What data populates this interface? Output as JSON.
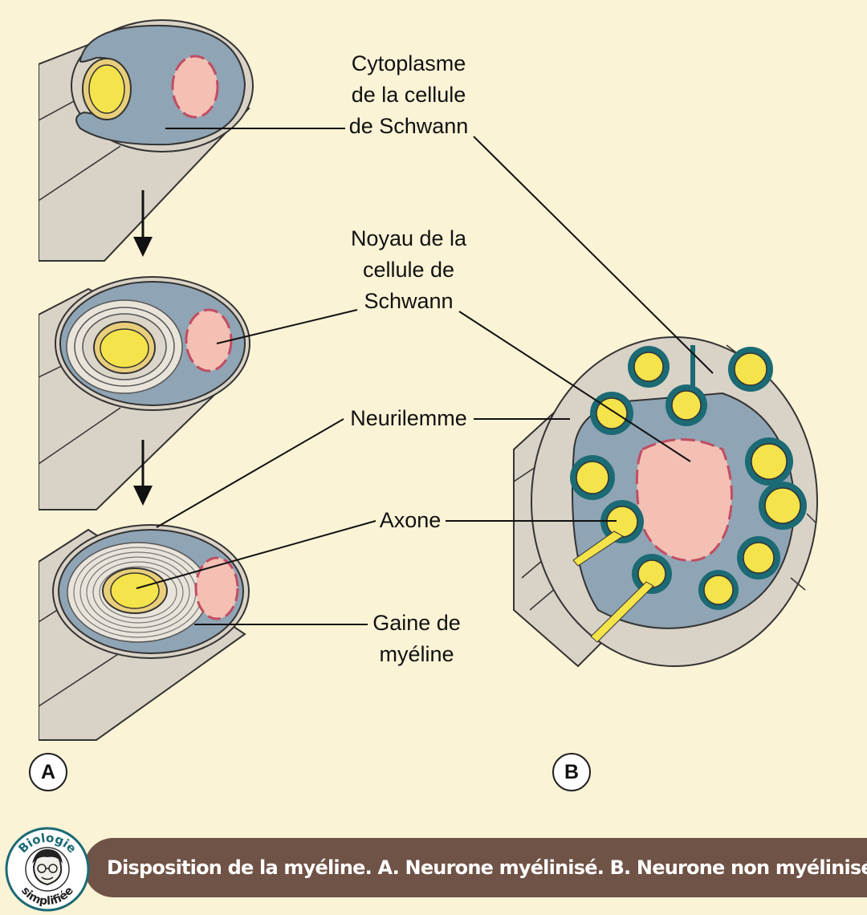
{
  "labels": {
    "cytoplasm": [
      "Cytoplasme",
      "de la cellule",
      "de Schwann"
    ],
    "nucleus": [
      "Noyau de la",
      "cellule de",
      "Schwann"
    ],
    "neurilemma": "Neurilemme",
    "axon": "Axone",
    "myelin": [
      "Gaine de",
      "myéline"
    ]
  },
  "panels": {
    "a": "A",
    "b": "B"
  },
  "caption": "Disposition de la myéline. A. Neurone myélinisé. B. Neurone non myélinisé.",
  "logo": {
    "top_text": "Biologie",
    "bottom_text": "simplifiée"
  },
  "colors": {
    "background": "#fbf3d6",
    "caption_bar": "#6f5346",
    "cytoplasm": "#8fa4b4",
    "axon": "#f4e34a",
    "nucleus": "#f4c0b4",
    "sheath": "#d9d2c6",
    "accent_teal": "#1b6a74"
  }
}
